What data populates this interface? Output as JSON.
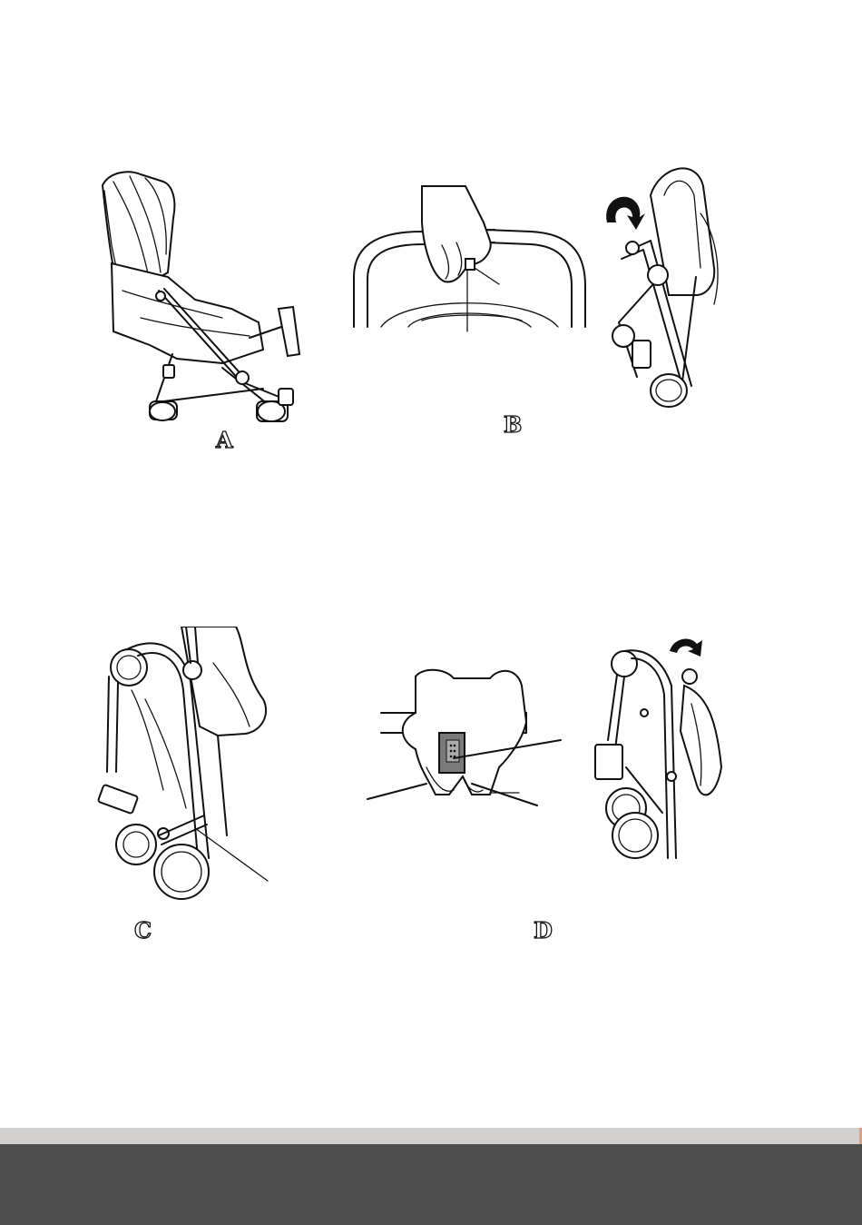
{
  "figures": {
    "a": {
      "label": "A"
    },
    "b": {
      "label": "B"
    },
    "c": {
      "label": "C"
    },
    "d": {
      "label": "D"
    }
  },
  "colors": {
    "footer_band": "#d2d0cf",
    "footer_bar": "#4d4d4d",
    "line_art": "#111111"
  }
}
